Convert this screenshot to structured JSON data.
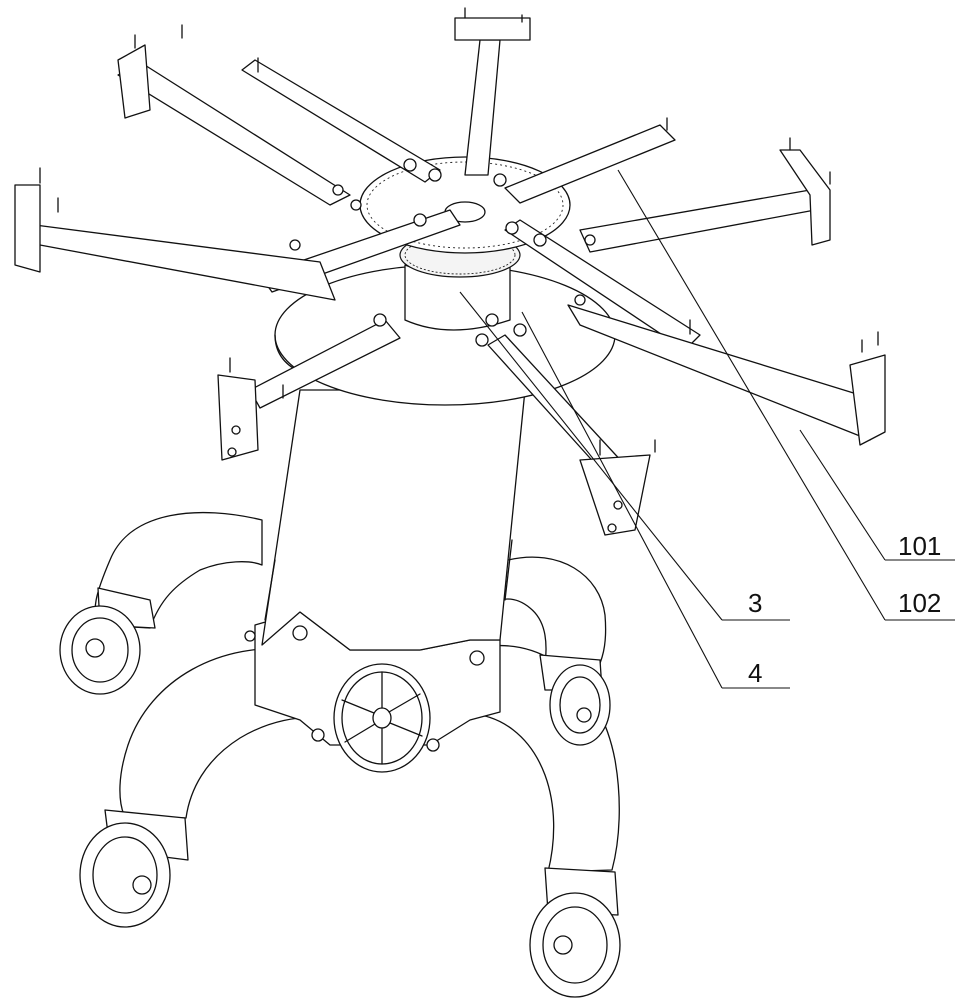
{
  "labels": {
    "part_101": "101",
    "part_102": "102",
    "part_3": "3",
    "part_4": "4"
  },
  "colors": {
    "line": "#111111",
    "background": "#ffffff"
  }
}
